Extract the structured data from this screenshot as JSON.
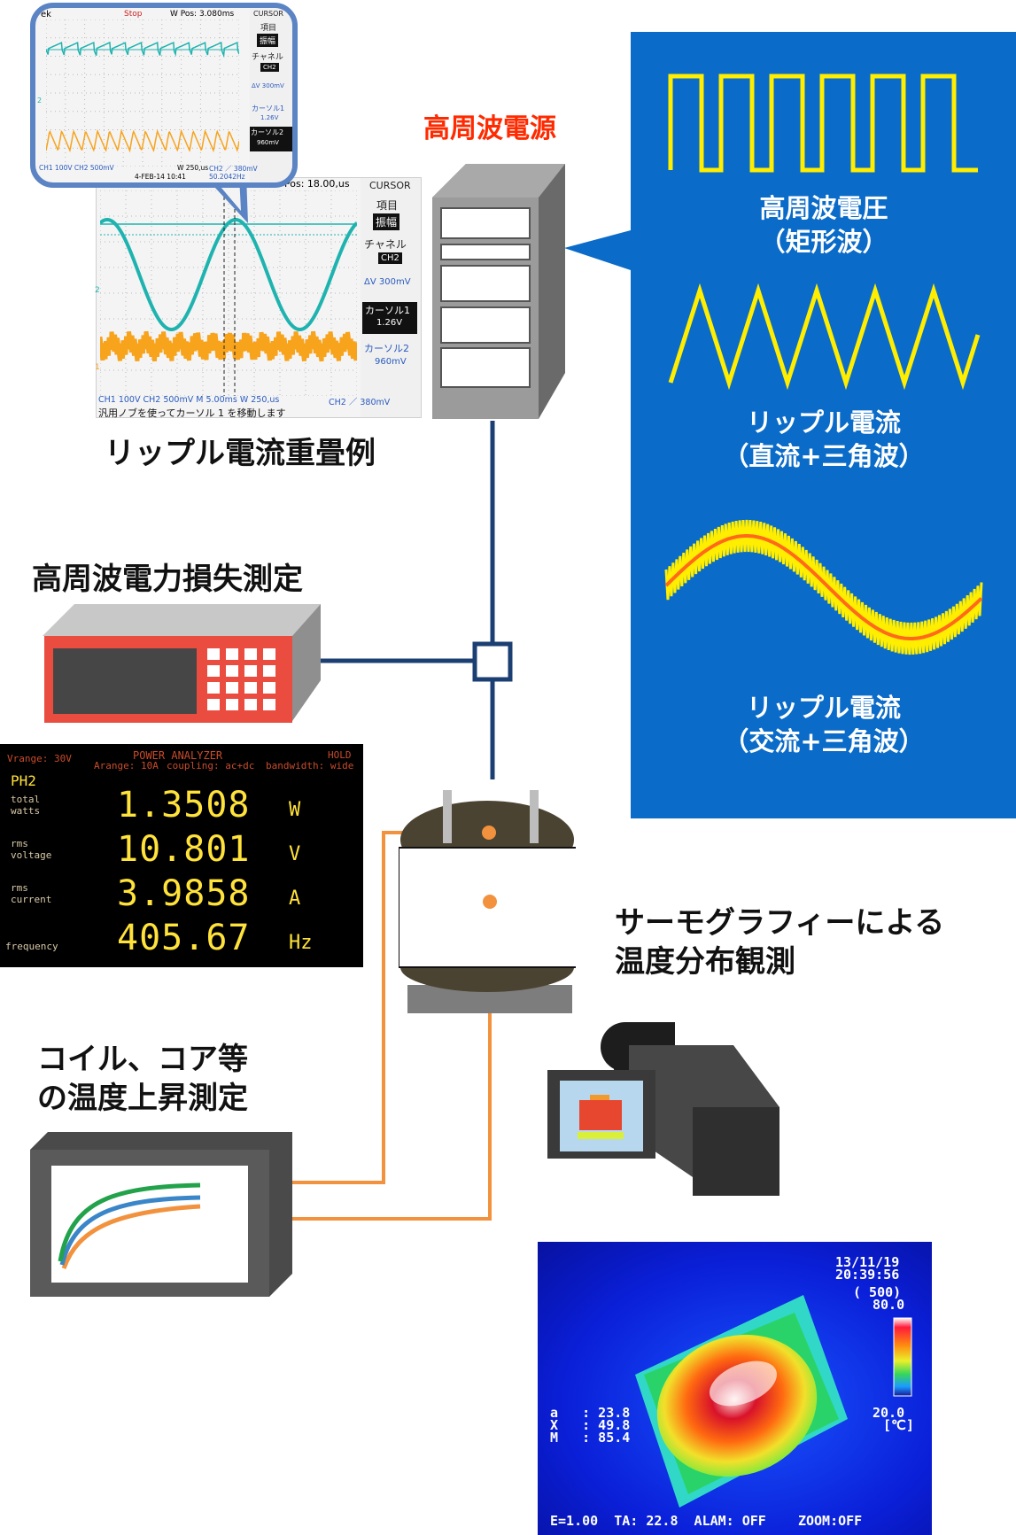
{
  "labels": {
    "power_source": "高周波電源",
    "ripple_example": "リップル電流重畳例",
    "loss_measurement": "高周波電力損失測定",
    "thermography": [
      "サーモグラフィーによる",
      "温度分布観測"
    ],
    "temp_rise": [
      "コイル、コア等",
      "の温度上昇測定"
    ]
  },
  "waveform_panel": {
    "items": [
      {
        "title": "高周波電圧",
        "sub": "（矩形波）"
      },
      {
        "title": "リップル電流",
        "sub": "（直流+三角波）"
      },
      {
        "title": "リップル電流",
        "sub": "（交流+三角波）"
      }
    ]
  },
  "oscilloscope_main": {
    "top": "Pos: 18.00,us",
    "cursor": "CURSOR",
    "item_label": "項目",
    "item_value": "振幅",
    "channel_label": "チャネル",
    "channel_value": "CH2",
    "delta": "ΔV 300mV",
    "cursor1_label": "カーソル1",
    "cursor1_value": "1.26V",
    "cursor2_label": "カーソル2",
    "cursor2_value": "960mV",
    "bottom1": "CH1  100V     CH2  500mV     M 5.00ms   W 250,us",
    "bottom2": "CH2 ／ 380mV",
    "footer": "汎用ノブを使ってカーソル 1 を移動します",
    "marker1": "1",
    "marker2": "2"
  },
  "oscilloscope_zoom": {
    "top1": "ek",
    "top2": "Stop",
    "top3": "W Pos: 3.080ms",
    "cursor": "CURSOR",
    "item_label": "項目",
    "item_value": "振幅",
    "channel_label": "チャネル",
    "channel_value": "CH2",
    "delta": "ΔV 300mV",
    "cursor1_label": "カーソル1",
    "cursor1_value": "1.26V",
    "cursor2_label": "カーソル2",
    "cursor2_value": "960mV",
    "bottom1": "CH1  100V    CH2  500mV",
    "bottom2": "W 250,us",
    "bottom3": "CH2 ／ 380mV",
    "date": "4-FEB-14 10:41",
    "freq": "50.2042Hz",
    "marker2": "2"
  },
  "power_analyzer": {
    "header_left": "Vrange: 30V",
    "header_title": "POWER  ANALYZER",
    "header_right": "HOLD",
    "sub_left": "Arange: 10A",
    "sub_mid": "coupling: ac+dc",
    "sub_right": "bandwidth: wide",
    "channel": "PH2",
    "rows": [
      {
        "label": "total\nwatts",
        "value": "1.3508",
        "unit": "W"
      },
      {
        "label": "rms\nvoltage",
        "value": "10.801",
        "unit": "V"
      },
      {
        "label": "rms\ncurrent",
        "value": "3.9858",
        "unit": "A"
      },
      {
        "label": "frequency",
        "value": "405.67",
        "unit": "Hz"
      }
    ]
  },
  "thermal_image": {
    "date": "13/11/19",
    "time": "20:39:56",
    "range": "( 500)",
    "scale_max": "80.0",
    "scale_min": "20.0",
    "scale_unit": "[℃]",
    "readouts": [
      "a   : 23.8",
      "X   : 49.8",
      "M   : 85.4"
    ],
    "footer": "E=1.00  TA: 22.8  ALAM: OFF    ZOOM:OFF"
  },
  "colors": {
    "accent_red": "#ff2a00",
    "panel_blue": "#0a6bc8",
    "wave_yellow": "#ffee00",
    "wave_orange": "#ff6a1a",
    "wire_blue": "#1b3f72",
    "wire_orange": "#f2923e",
    "scope_cyan": "#1fb3b0",
    "scope_orange": "#f7a31c"
  }
}
